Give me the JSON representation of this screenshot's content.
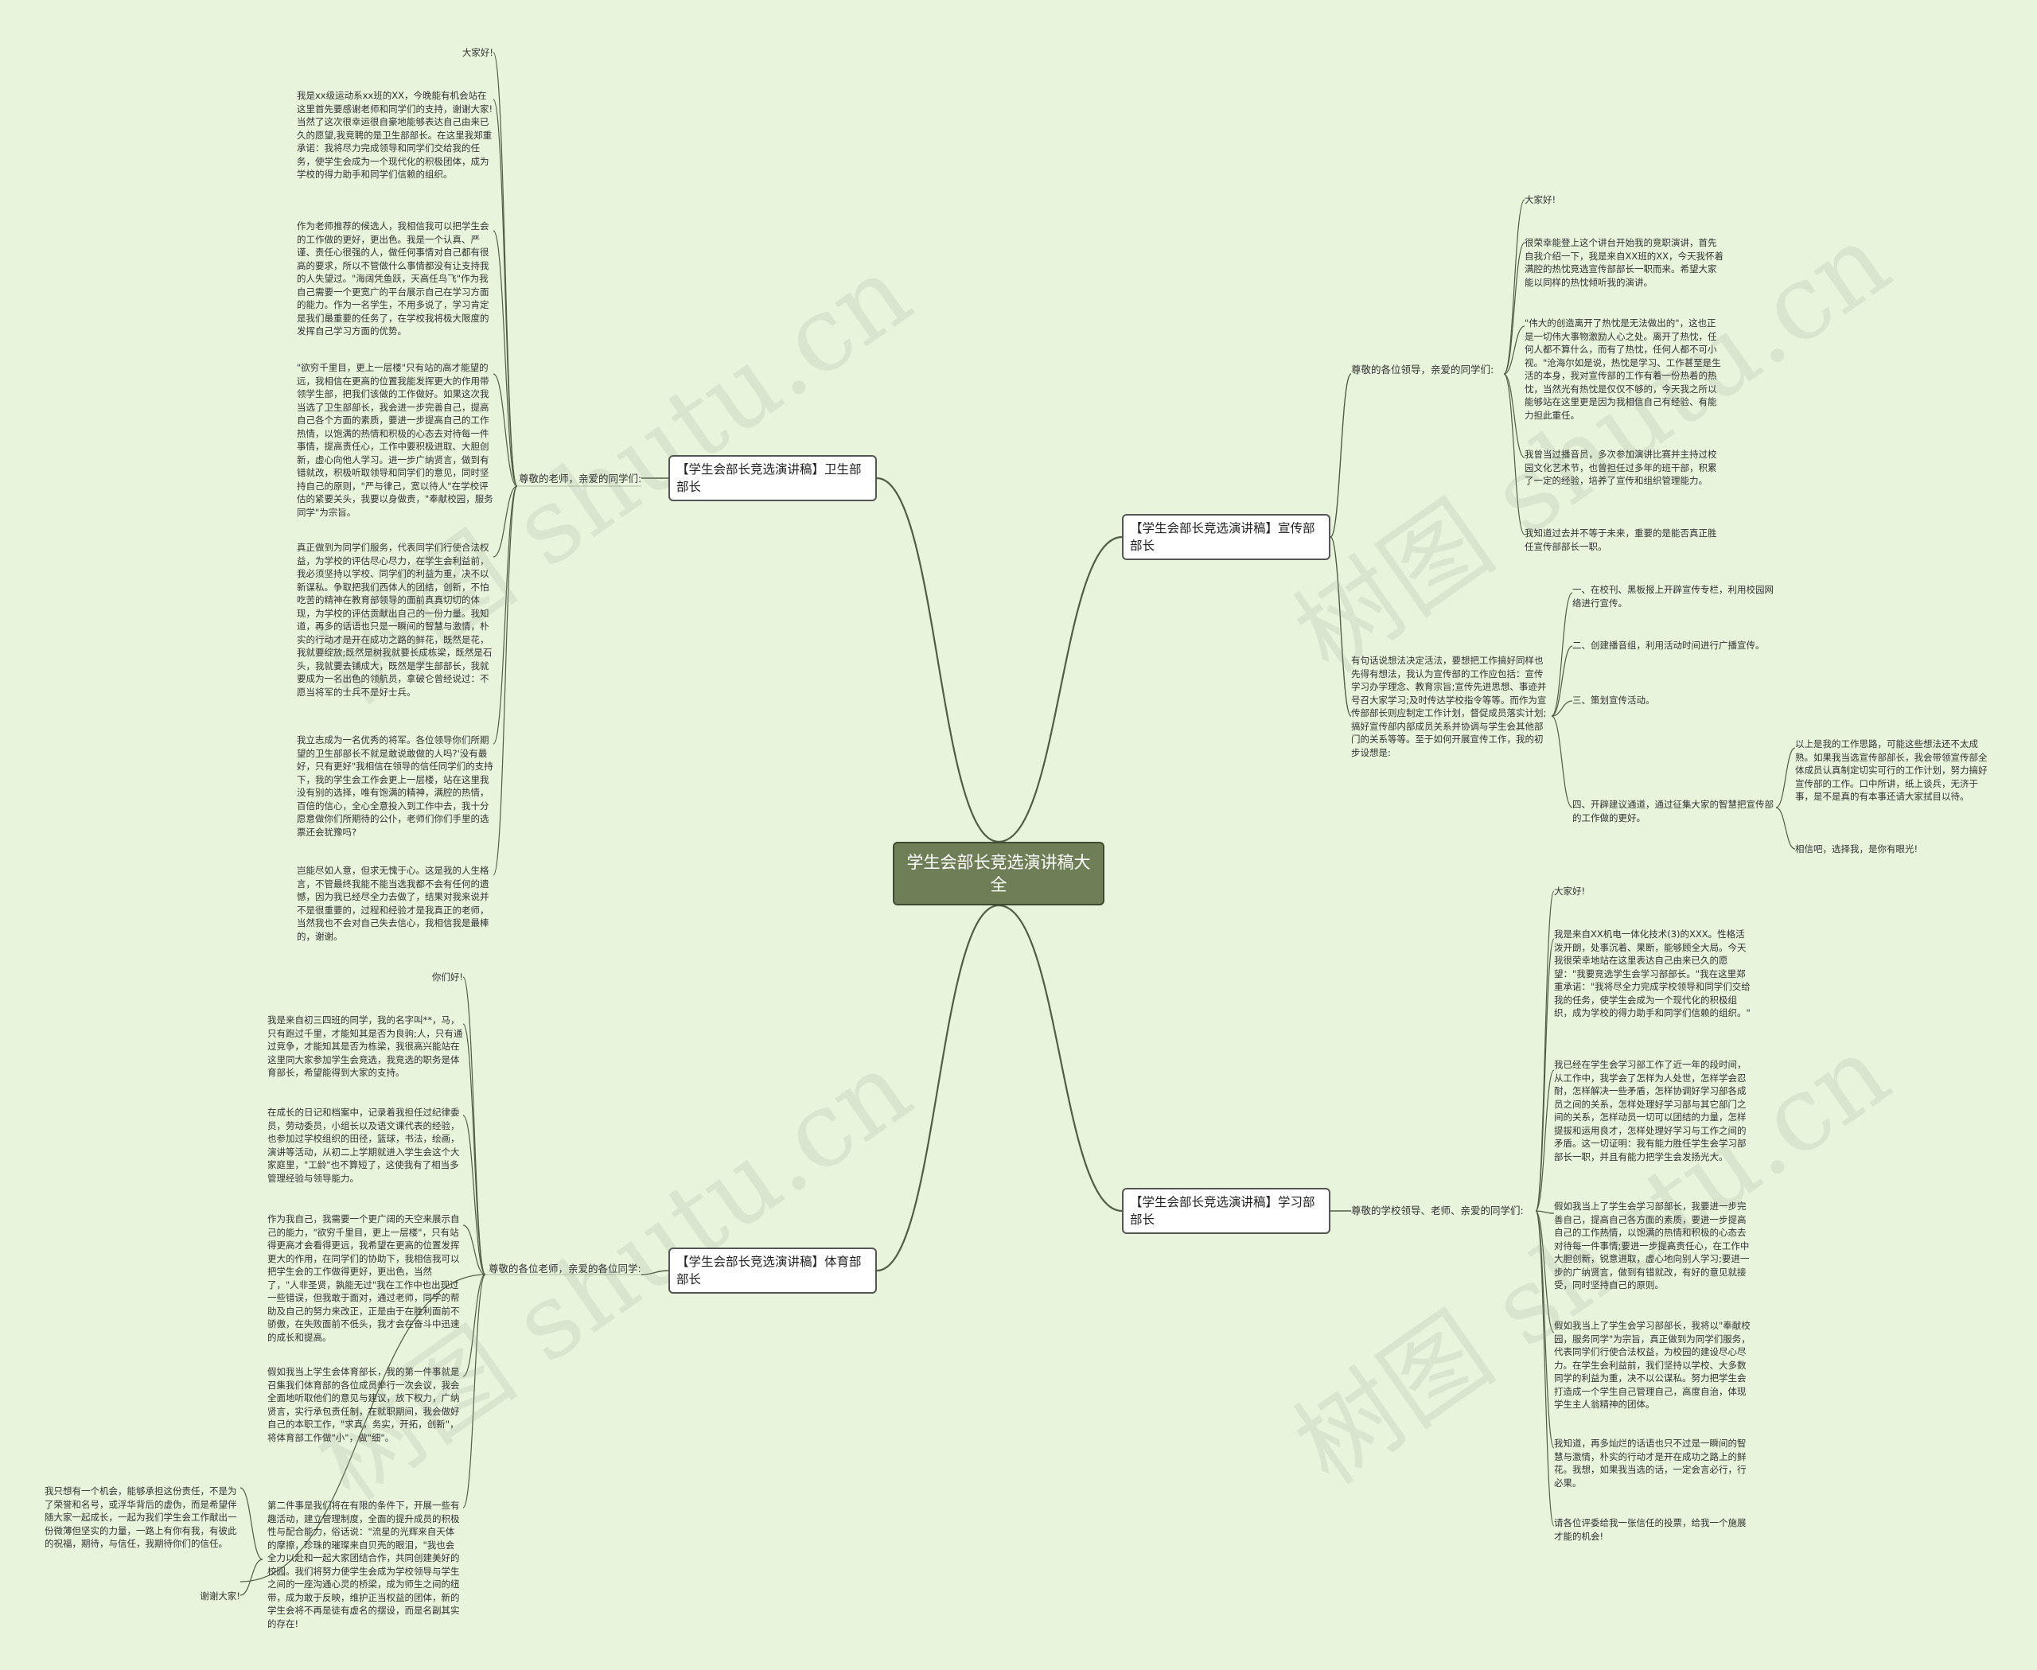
{
  "root": {
    "title": "学生会部长竞选演讲稿大全"
  },
  "branches": {
    "b1": {
      "title": "【学生会部长竞选演讲稿】卫生部部长",
      "greeting": "尊敬的老师，亲爱的同学们:",
      "leaves": [
        "大家好!",
        "我是xx级运动系xx班的XX，今晚能有机会站在这里首先要感谢老师和同学们的支持，谢谢大家!当然了这次很幸运很自豪地能够表达自己由来已久的愿望,我竞聘的是卫生部部长。在这里我郑重承诺：我将尽力完成领导和同学们交给我的任务，使学生会成为一个现代化的积极团体，成为学校的得力助手和同学们信赖的组织。",
        "作为老师推荐的候选人，我相信我可以把学生会的工作做的更好，更出色。我是一个认真、严谨、责任心很强的人，做任何事情对自己都有很高的要求，所以不管做什么事情都没有让支持我的人失望过。\"海阔凭鱼跃，天高任鸟飞\"作为我自己需要一个更宽广的平台展示自己在学习方面的能力。作为一名学生，不用多说了，学习肯定是我们最重要的任务了，在学校我将极大限度的发挥自己学习方面的优势。",
        "\"欲穷千里目，更上一层楼\"只有站的高才能望的远，我相信在更高的位置我能发挥更大的作用带领学生部，把我们该做的工作做好。如果这次我当选了卫生部部长，我会进一步完善自己，提高自己各个方面的素质，要进一步提高自己的工作热情，以饱满的热情和积极的心态去对待每一件事情，提高责任心，工作中要积极进取、大胆创新，虚心向他人学习。进一步广纳贤言，做到有错就改，积极听取领导和同学们的意见，同时坚持自己的原则，\"严与律己，宽以待人\"在学校评估的紧要关头，我要以身做责，\"奉献校园，服务同学\"为宗旨。",
        "真正做到为同学们服务，代表同学们行使合法权益，为学校的评估尽心尽力，在学生会利益前，我必须坚持以学校、同学们的利益为重，决不以新谋私。争取把我们西体人的团结，创新，不怕吃苦的精神在教育部领导的面前真真切切的体现，为学校的评估贡献出自己的一份力量。我知道，再多的话语也只是一瞬间的智慧与激情，朴实的行动才是开在成功之路的鲜花，既然是花，我就要绽放;既然是树我就要长成栋梁，既然是石头，我就要去铺成大，既然是学生部部长，我就要成为一名出色的领航员，拿破仑曾经说过：不愿当将军的士兵不是好士兵。",
        "我立志成为一名优秀的将军。各位领导你们所期望的卫生部部长不就是敢说敢做的人吗?'没有最好，只有更好\"我相信在领导的信任同学们的支持下，我的学生会工作会更上一层楼，站在这里我没有别的选择，唯有饱满的精神，满腔的热情，百倍的信心，全心全意投入到工作中去，我十分愿意做你们所期待的公仆，老师们你们手里的选票还会犹豫吗?",
        "岂能尽如人意，但求无愧于心。这是我的人生格言，不管最终我能不能当选我都不会有任何的遗憾，因为我已经尽全力去做了，结果对我来说并不是很重要的，过程和经验才是我真正的老师，当然我也不会对自己失去信心，我相信我是最棒的，谢谢。"
      ]
    },
    "b2": {
      "title": "【学生会部长竞选演讲稿】体育部部长",
      "greeting": "尊敬的各位老师，亲爱的各位同学:",
      "leaves": [
        "你们好!",
        "我是来自初三四班的同学，我的名字叫**，马，只有跑过千里，才能知其是否为良驹;人，只有通过竞争，才能知其是否为栋梁，我很高兴能站在这里同大家参加学生会竞选，我竞选的职务是体育部长，希望能得到大家的支持。",
        "在成长的日记和档案中，记录着我担任过纪律委员，劳动委员，小组长以及语文课代表的经验，也参加过学校组织的田径，篮球，书法，绘画，演讲等活动，从初二上学期就进入学生会这个大家庭里，\"工龄\"也不算短了，这使我有了相当多管理经验与领导能力。",
        "作为我自己，我需要一个更广阔的天空来展示自己的能力，\"欲穷千里目，更上一层楼\"，只有站得更高才会看得更远，我希望在更高的位置发挥更大的作用，在同学们的协助下，我相信我可以把学生会的工作做得更好，更出色，当然了，\"人非圣贤，孰能无过\"我在工作中也出现过一些错误，但我敢于面对，通过老师，同学的帮助及自己的努力来改正，正是由于在胜利面前不骄傲，在失败面前不低头，我才会在奋斗中迅速的成长和提高。",
        "假如我当上学生会体育部长，我的第一件事就是召集我们体育部的各位成员举行一次会议，我会全面地听取他们的意见与建议，放下权力，广纳贤言，实行承包责任制，在就职期间，我会做好自己的本职工作，\"求真，务实，开拓，创新\"，将体育部工作做\"小\"，做\"细\"。",
        "我只想有一个机会，能够承担这份责任，不是为了荣誉和名号，或浮华背后的虚伪，而是希望伴随大家一起成长，一起为我们学生会工作献出一份微薄但坚实的力量，一路上有你有我，有彼此的祝福，期待，与信任，我期待你们的信任。",
        "第二件事是我们将在有限的条件下，开展一些有趣活动，建立管理制度，全面的提升成员的积极性与配合能力，俗话说：\"流星的光辉来自天体的摩擦，珍珠的璀璨来自贝壳的眼泪，\"我也会全力以赴和一起大家团结合作，共同创建美好的校园。我们将努力使学生会成为学校领导与学生之间的一座沟通心灵的桥梁，成为师生之间的纽带，成为敢于反映，维护正当权益的团体，新的学生会将不再是徒有虚名的摆设，而是名副其实的存在!",
        "谢谢大家!"
      ]
    },
    "b3": {
      "title": "【学生会部长竞选演讲稿】宣传部部长",
      "greeting": "尊敬的各位领导，亲爱的同学们:",
      "leaves": [
        "大家好!",
        "很荣幸能登上这个讲台开始我的竞职演讲，首先自我介绍一下，我是来自XX班的XX，今天我怀着满腔的热忱竞选宣传部部长一职而来。希望大家能以同样的热忱倾听我的演讲。",
        "\"伟大的创造离开了热忱是无法做出的\"，这也正是一切伟大事物激励人心之处。离开了热忱，任何人都不算什么，而有了热忱，任何人都不可小视。\"沧海尔如是说，热忱是学习、工作甚至是生活的本身，我对宣传部的工作有着一份热着的热忱，当然光有热忱是仅仅不够的，今天我之所以能够站在这里更是因为我相信自己有经验、有能力担此重任。",
        "我曾当过播音员，多次参加演讲比赛并主持过校园文化艺术节，也曾担任过多年的班干部，积累了一定的经验，培养了宣传和组织管理能力。",
        "我知道过去并不等于未来，重要的是能否真正胜任宣传部部长一职。"
      ],
      "plan": "有句话说想法决定活法，要想把工作搞好同样也先得有想法，我认为宣传部的工作应包括：宣传学习办学理念、教育宗旨;宣传先进思想、事迹并号召大家学习;及时传达学校指令等等。而作为宣传部部长则应制定工作计划，督促成员落实计划;搞好宣传部内部成员关系并协调与学生会其他部门的关系等等。至于如何开展宣传工作，我的初步设想是:",
      "items": [
        "一、在校刊、黑板报上开辟宣传专栏，利用校园网络进行宣传。",
        "二、创建播音组，利用活动时间进行广播宣传。",
        "三、策划宣传活动。",
        "四、开辟建议通道，通过征集大家的智慧把宣传部的工作做的更好。"
      ],
      "sub": [
        "以上是我的工作思路，可能这些想法还不太成熟。如果我当选宣传部部长，我会带领宣传部全体成员认真制定切实可行的工作计划，努力搞好宣传部的工作。口中所讲，纸上谈兵，无济于事，是不是真的有本事还请大家拭目以待。",
        "相信吧，选择我，是你有眼光!"
      ]
    },
    "b4": {
      "title": "【学生会部长竞选演讲稿】学习部部长",
      "greeting": "尊敬的学校领导、老师、亲爱的同学们:",
      "leaves": [
        "大家好!",
        "我是来自XX机电一体化技术(3)的XXX。性格活泼开朗，处事沉着、果断，能够顾全大局。今天我很荣幸地站在这里表达自己由来已久的愿望：\"我要竞选学生会学习部部长。\"我在这里郑重承诺：\"我将尽全力完成学校领导和同学们交给我的任务，使学生会成为一个现代化的积极组织，成为学校的得力助手和同学们信赖的组织。\"",
        "我已经在学生会学习部工作了近一年的段时间，从工作中，我学会了怎样为人处世，怎样学会忍耐，怎样解决一些矛盾，怎样协调好学习部各成员之间的关系，怎样处理好学习部与其它部门之间的关系，怎样动员一切可以团结的力量，怎样提拔和运用良才，怎样处理好学习与工作之间的矛盾。这一切证明：我有能力胜任学生会学习部部长一职，并且有能力把学生会发扬光大。",
        "假如我当上了学生会学习部部长，我要进一步完善自己，提高自己各方面的素质，要进一步提高自己的工作热情，以饱满的热情和积极的心态去对待每一件事情;要进一步提高责任心，在工作中大胆创新，锐意进取，虚心地向别人学习;要进一步的广纳贤言，做到有错就改，有好的意见就接受，同时坚持自己的原则。",
        "假如我当上了学生会学习部部长，我将以\"奉献校园，服务同学\"为宗旨，真正做到为同学们服务，代表同学们行使合法权益，为校园的建设尽心尽力。在学生会利益前，我们坚持以学校、大多数同学的利益为重，决不以公谋私。努力把学生会打造成一个学生自己管理自己，高度自治，体现学生主人翁精神的团体。",
        "我知道，再多灿烂的话语也只不过是一瞬间的智慧与激情，朴实的行动才是开在成功之路上的鲜花。我想，如果我当选的话，一定会言必行，行必果。",
        "请各位评委给我一张信任的投票，给我一个施展才能的机会!"
      ]
    }
  },
  "watermarks": [
    "树图 shutu.cn",
    "树图 shutu.cn",
    "树图 shutu.cn",
    "树图 shutu.cn"
  ],
  "colors": {
    "background": "#e8f5dc",
    "root": "#6e7f57",
    "line": "#4f5e45"
  }
}
